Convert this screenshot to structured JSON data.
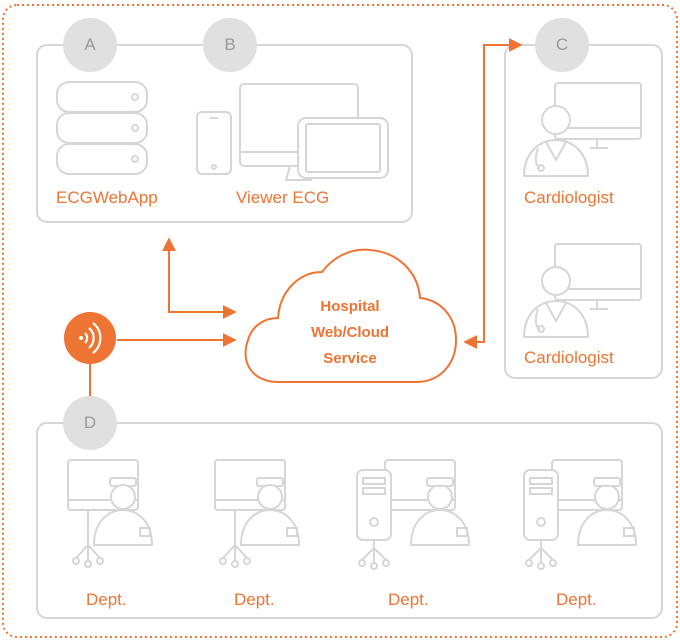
{
  "colors": {
    "accent": "#ee7433",
    "gray_line": "#d6d6d6",
    "badge_bg": "#e0e0e0",
    "badge_text": "#9a9a9a"
  },
  "badges": {
    "a": "A",
    "b": "B",
    "c": "C",
    "d": "D"
  },
  "labels": {
    "ecgwebapp": "ECGWebApp",
    "viewer_ecg": "Viewer ECG",
    "cardiologist_1": "Cardiologist",
    "cardiologist_2": "Cardiologist",
    "dept_1": "Dept.",
    "dept_2": "Dept.",
    "dept_3": "Dept.",
    "dept_4": "Dept."
  },
  "cloud": {
    "line1": "Hospital",
    "line2": "Web/Cloud",
    "line3": "Service"
  },
  "icons": [
    "server-icon",
    "phone-icon",
    "monitor-icon",
    "tablet-icon",
    "doctor-workstation-icon",
    "nurse-workstation-icon",
    "nurse-cart-workstation-icon",
    "wireless-signal-icon",
    "cloud-icon"
  ]
}
